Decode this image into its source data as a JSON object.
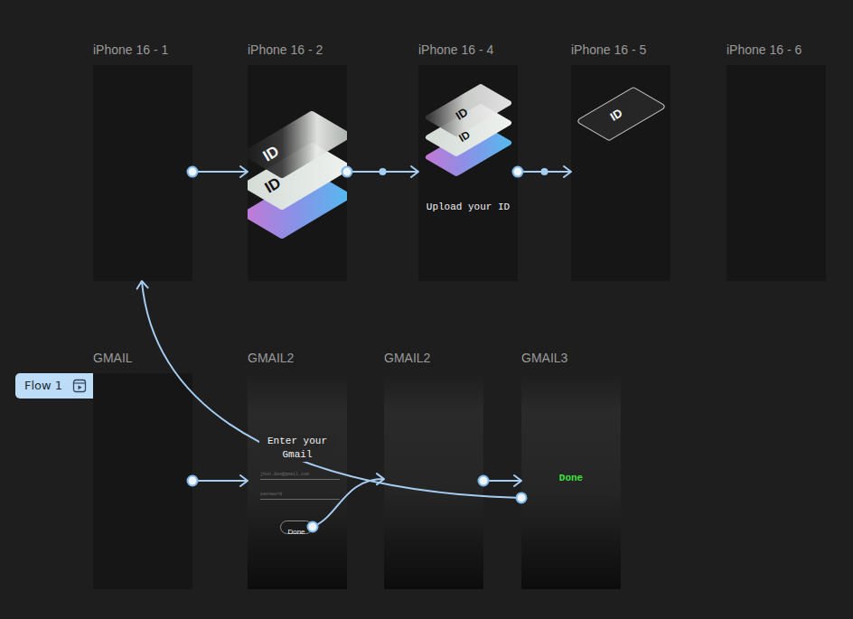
{
  "diagram": {
    "nodes": [
      {
        "text": [
          "iPhone 16 - 1"
        ]
      },
      {
        "text": [
          "iPhone 16 - 2"
        ]
      },
      {
        "text": [
          "iPhone 16 - 4",
          "Upload your ID"
        ]
      },
      {
        "text": [
          "iPhone 16 - 5"
        ]
      },
      {
        "text": [
          "iPhone 16 - 6"
        ]
      },
      {
        "text": [
          "Flow 1"
        ]
      },
      {
        "text": [
          "GMAIL"
        ]
      },
      {
        "text": [
          "GMAIL2",
          "Enter your Gmail",
          "jhon.doe@gmail.com",
          "password"
        ]
      },
      {
        "text": [
          "Done"
        ],
        "in": 7
      },
      {
        "text": [
          "GMAIL2"
        ]
      },
      {
        "text": [
          "GMAIL3",
          "Done"
        ]
      }
    ],
    "edges": [
      {
        "from": 0,
        "to": 1,
        "arrow": "to"
      },
      {
        "from": 1,
        "to": 2,
        "arrow": "to"
      },
      {
        "from": 2,
        "to": 3,
        "arrow": "to"
      },
      {
        "from": 6,
        "to": 7,
        "arrow": "to"
      },
      {
        "from": 8,
        "to": 9,
        "arrow": "to"
      },
      {
        "from": 9,
        "to": 10,
        "arrow": "to"
      },
      {
        "from": 10,
        "to": 0,
        "arrow": "to"
      }
    ],
    "labels": [
      "ID",
      "ID",
      "ID",
      "ID",
      "ID"
    ]
  }
}
